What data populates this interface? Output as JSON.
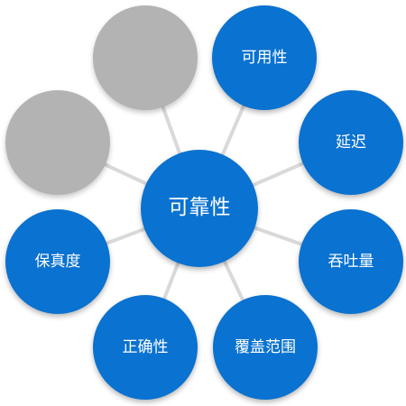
{
  "center": {
    "label": "可靠性"
  },
  "nodes": [
    {
      "label": "可用性",
      "color": "#0a72d0"
    },
    {
      "label": "延迟",
      "color": "#0a72d0"
    },
    {
      "label": "吞吐量",
      "color": "#0a72d0"
    },
    {
      "label": "覆盖范围",
      "color": "#0a72d0"
    },
    {
      "label": "正确性",
      "color": "#0a72d0"
    },
    {
      "label": "保真度",
      "color": "#0a72d0"
    },
    {
      "label": "",
      "color": "#b3b3b3"
    },
    {
      "label": "",
      "color": "#b3b3b3"
    }
  ],
  "colors": {
    "node_blue": "#0a72d0",
    "node_gray": "#b3b3b3",
    "connector": "#d9d9d9"
  }
}
